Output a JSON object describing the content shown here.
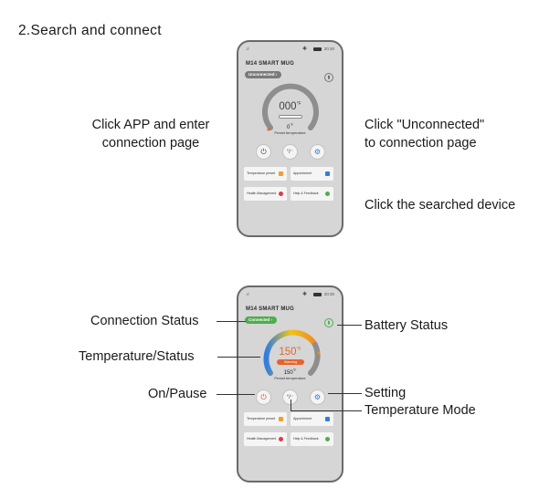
{
  "heading": "2.Search and connect",
  "step1": {
    "left_label_line1": "Click APP and enter",
    "left_label_line2": "connection page",
    "right_label1_line1": "Click \"Unconnected\"",
    "right_label1_line2": "to connection page",
    "right_label2": "Click the searched device"
  },
  "step2": {
    "connection_status": "Connection Status",
    "temperature_status": "Temperature/Status",
    "on_pause": "On/Pause",
    "battery_status": "Battery Status",
    "setting": "Setting",
    "temperature_mode": "Temperature Mode"
  },
  "phone1": {
    "time": "20:30",
    "app_title": "M14 SMART MUG",
    "connection_pill": "Unconnected",
    "big_temp": "000",
    "big_temp_unit": "°F",
    "small_temp": "0",
    "small_temp_unit": "°F",
    "preset_label": "Preset temperature",
    "cards": [
      "Temperature preset",
      "Appointment",
      "Health Management",
      "Help & Feedback"
    ],
    "colors": {
      "pill": "#7a7a7a",
      "gauge": "#8e8e8e"
    }
  },
  "phone2": {
    "time": "20:30",
    "app_title": "M14 SMART MUG",
    "connection_pill": "Connected",
    "big_temp": "150",
    "big_temp_unit": "°F",
    "status_text": "Warming",
    "small_temp": "150",
    "small_temp_unit": "°F",
    "preset_label": "Preset temperature",
    "cards": [
      "Temperature preset",
      "Appointment",
      "Health Management",
      "Help & Feedback"
    ],
    "colors": {
      "pill": "#4cae4c",
      "big_temp": "#e8632a",
      "status": "#e8632a",
      "gauge_start": "#2f7de1",
      "gauge_mid": "#f0c419",
      "gauge_end": "#f08a24"
    }
  },
  "icons": {
    "power": "power-icon",
    "temperature_mode": "temperature-mode-icon",
    "settings": "gear-icon",
    "battery": "battery-icon",
    "bluetooth": "bluetooth-icon",
    "signal": "signal-icon"
  }
}
